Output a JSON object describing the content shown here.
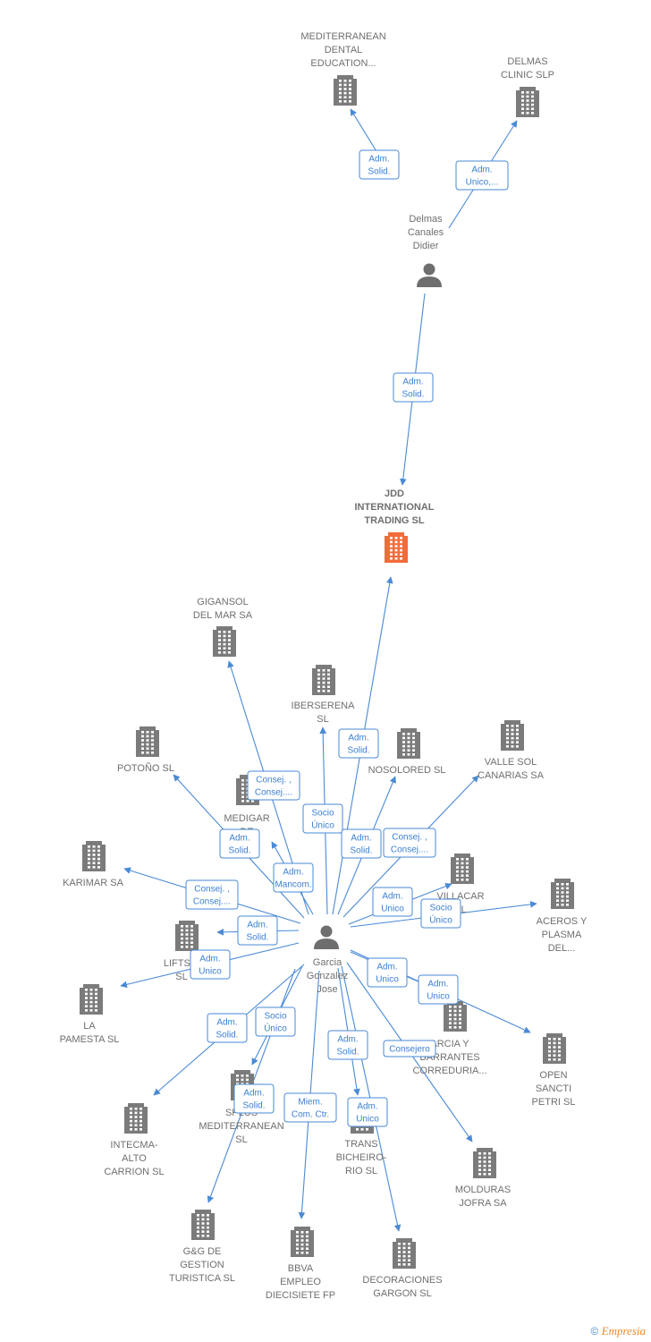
{
  "nodes": [
    {
      "id": "mediterranean",
      "kind": "company",
      "label": [
        "MEDITERRANEAN",
        "DENTAL",
        "EDUCATION..."
      ]
    },
    {
      "id": "delmas_clinic",
      "kind": "company",
      "label": [
        "DELMAS",
        "CLINIC SLP"
      ]
    },
    {
      "id": "delmas_person",
      "kind": "person",
      "label": [
        "Delmas",
        "Canales",
        "Didier"
      ]
    },
    {
      "id": "jdd",
      "kind": "company_main",
      "label": [
        "JDD",
        "INTERNATIONAL",
        "TRADING  SL"
      ]
    },
    {
      "id": "gigansol",
      "kind": "company",
      "label": [
        "GIGANSOL",
        "DEL MAR SA"
      ]
    },
    {
      "id": "iberserena",
      "kind": "company",
      "label": [
        "IBERSERENA",
        "SL"
      ]
    },
    {
      "id": "potono",
      "kind": "company",
      "label": [
        "POTOÑO  SL"
      ]
    },
    {
      "id": "nosolored",
      "kind": "company",
      "label": [
        "NOSOLORED SL"
      ]
    },
    {
      "id": "vallesol",
      "kind": "company",
      "label": [
        "VALLE SOL",
        "CANARIAS SA"
      ]
    },
    {
      "id": "medigar",
      "kind": "company",
      "label": [
        "MEDIGAR",
        "DE",
        "..."
      ]
    },
    {
      "id": "karimar",
      "kind": "company",
      "label": [
        "KARIMAR SA"
      ]
    },
    {
      "id": "villacar",
      "kind": "company",
      "label": [
        "VILLACAR",
        "SL"
      ]
    },
    {
      "id": "aceros",
      "kind": "company",
      "label": [
        "ACEROS Y",
        "PLASMA",
        "DEL..."
      ]
    },
    {
      "id": "lifts",
      "kind": "company",
      "label": [
        "LIFTS S",
        "SL"
      ]
    },
    {
      "id": "garcia_person",
      "kind": "person",
      "label": [
        "Garcia",
        "Gonzalez",
        "Jose"
      ]
    },
    {
      "id": "lapamesta",
      "kind": "company",
      "label": [
        "LA",
        "PAMESTA SL"
      ]
    },
    {
      "id": "garcia_barrantes",
      "kind": "company",
      "label": [
        "ARCIA Y",
        "BARRANTES",
        "CORREDURIA..."
      ]
    },
    {
      "id": "opensancti",
      "kind": "company",
      "label": [
        "OPEN",
        "SANCTI",
        "PETRI  SL"
      ]
    },
    {
      "id": "intecma",
      "kind": "company",
      "label": [
        "INTECMA-",
        "ALTO",
        "CARRION SL"
      ]
    },
    {
      "id": "splus",
      "kind": "company",
      "label": [
        "SPLUS",
        "MEDITERRANEAN",
        "SL"
      ]
    },
    {
      "id": "transbicheiro",
      "kind": "company",
      "label": [
        "TRANS",
        "BICHEIRO-",
        "RIO  SL"
      ]
    },
    {
      "id": "molduras",
      "kind": "company",
      "label": [
        "MOLDURAS",
        "JOFRA SA"
      ]
    },
    {
      "id": "gyg",
      "kind": "company",
      "label": [
        "G&G DE",
        "GESTION",
        "TURISTICA SL"
      ]
    },
    {
      "id": "bbva",
      "kind": "company",
      "label": [
        "BBVA",
        "EMPLEO",
        "DIECISIETE FP"
      ]
    },
    {
      "id": "decoraciones",
      "kind": "company",
      "label": [
        "DECORACIONES",
        "GARGON SL"
      ]
    }
  ],
  "edges": [
    {
      "from": "delmas_person",
      "to": "mediterranean",
      "label": [
        "Adm.",
        "Solid."
      ]
    },
    {
      "from": "delmas_person",
      "to": "delmas_clinic",
      "label": [
        "Adm.",
        "Unico,..."
      ]
    },
    {
      "from": "delmas_person",
      "to": "jdd",
      "label": [
        "Adm.",
        "Solid."
      ]
    },
    {
      "from": "garcia_person",
      "to": "jdd",
      "label": [
        "Adm.",
        "Solid."
      ]
    },
    {
      "from": "garcia_person",
      "to": "gigansol",
      "label": [
        "Consej. ,",
        "Consej...."
      ]
    },
    {
      "from": "garcia_person",
      "to": "iberserena",
      "label": [
        "Socio",
        "Único"
      ]
    },
    {
      "from": "garcia_person",
      "to": "potono",
      "label": [
        "Adm.",
        "Solid."
      ]
    },
    {
      "from": "garcia_person",
      "to": "nosolored",
      "label": [
        "Adm.",
        "Solid."
      ]
    },
    {
      "from": "garcia_person",
      "to": "vallesol",
      "label": [
        "Consej. ,",
        "Consej...."
      ]
    },
    {
      "from": "garcia_person",
      "to": "medigar",
      "label": [
        "Adm.",
        "Mancom."
      ]
    },
    {
      "from": "garcia_person",
      "to": "karimar",
      "label": [
        "Consej. ,",
        "Consej...."
      ]
    },
    {
      "from": "garcia_person",
      "to": "villacar",
      "label": [
        "Adm.",
        "Unico"
      ]
    },
    {
      "from": "garcia_person",
      "to": "aceros",
      "label": [
        "Socio",
        "Único"
      ]
    },
    {
      "from": "garcia_person",
      "to": "lifts",
      "label": [
        "Adm.",
        "Solid."
      ]
    },
    {
      "from": "garcia_person",
      "to": "lapamesta",
      "label": [
        "Adm.",
        "Unico"
      ]
    },
    {
      "from": "garcia_person",
      "to": "garcia_barrantes",
      "label": [
        "Adm.",
        "Unico"
      ]
    },
    {
      "from": "garcia_person",
      "to": "opensancti",
      "label": [
        "Adm.",
        "Unico"
      ]
    },
    {
      "from": "garcia_person",
      "to": "intecma",
      "label": [
        "Adm.",
        "Solid."
      ]
    },
    {
      "from": "garcia_person",
      "to": "splus",
      "label": [
        "Socio",
        "Único"
      ]
    },
    {
      "from": "garcia_person",
      "to": "gyg",
      "label": [
        "Adm.",
        "Solid."
      ]
    },
    {
      "from": "garcia_person",
      "to": "transbicheiro",
      "label": [
        "Adm.",
        "Solid."
      ]
    },
    {
      "from": "garcia_person",
      "to": "molduras",
      "label": [
        "Consejero"
      ]
    },
    {
      "from": "garcia_person",
      "to": "bbva",
      "label": [
        "Miem.",
        "Com. Ctr."
      ]
    },
    {
      "from": "garcia_person",
      "to": "decoraciones",
      "label": [
        "Adm.",
        "Unico"
      ]
    }
  ],
  "footer": {
    "copyright": "©",
    "brand": "Empresia"
  },
  "colors": {
    "edge": "#4a8ad6",
    "company": "#7b7b7b",
    "main_company": "#f26b3a",
    "person": "#6e6e6e",
    "label": "#6f6f6f"
  }
}
